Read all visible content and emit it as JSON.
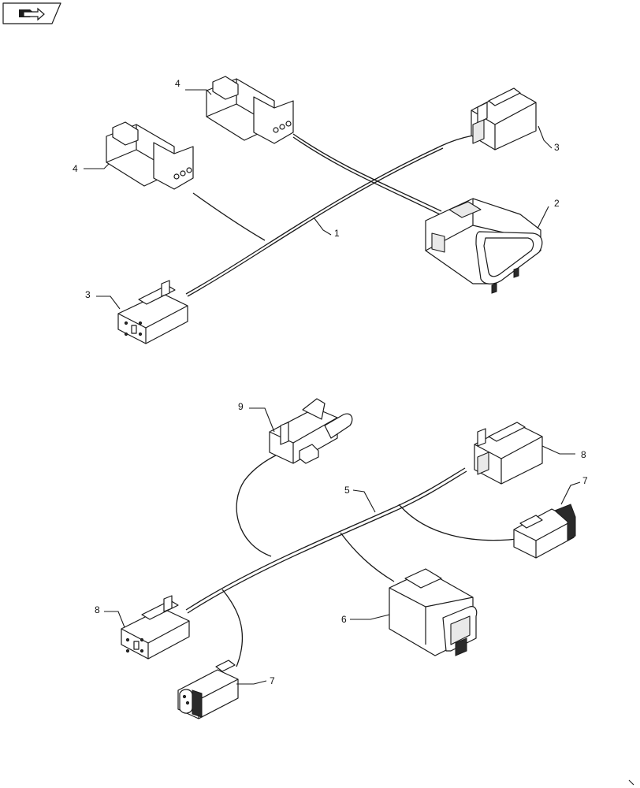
{
  "header": {
    "nav_icon": "book-arrow-icon"
  },
  "callouts": {
    "c1": "1",
    "c2": "2",
    "c3a": "3",
    "c3b": "3",
    "c4a": "4",
    "c4b": "4",
    "c5": "5",
    "c6": "6",
    "c7a": "7",
    "c7b": "7",
    "c8a": "8",
    "c8b": "8",
    "c9": "9"
  },
  "colors": {
    "line": "#1a1a1a",
    "background": "#ffffff"
  }
}
